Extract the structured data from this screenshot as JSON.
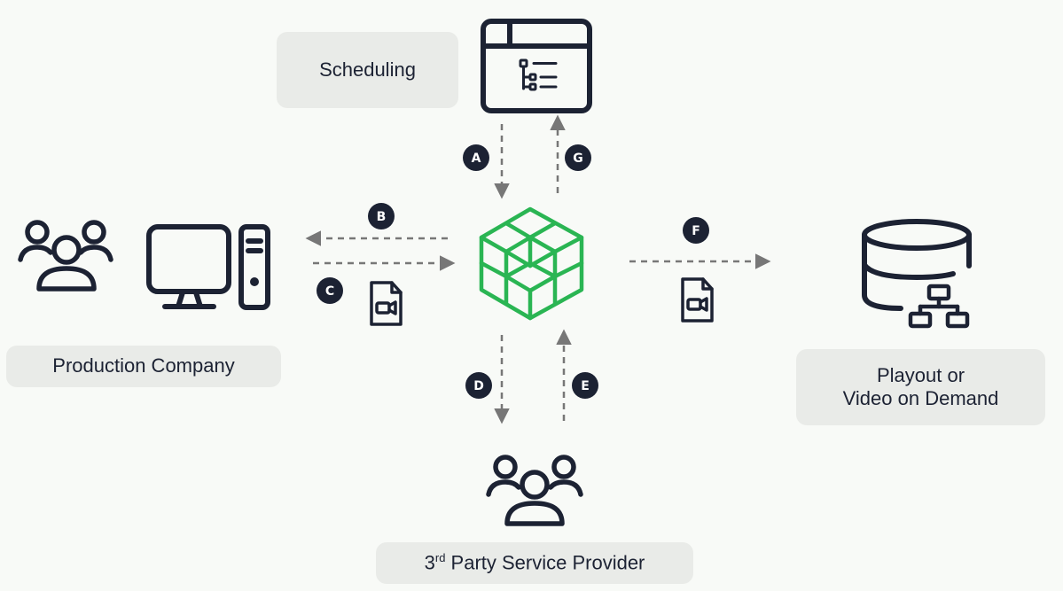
{
  "labels": {
    "scheduling": "Scheduling",
    "production_company": "Production Company",
    "playout_line1": "Playout or",
    "playout_line2": "Video on Demand",
    "third_party_prefix": "3",
    "third_party_sup": "rd",
    "third_party_rest": " Party Service Provider"
  },
  "badges": {
    "a": "A",
    "b": "B",
    "c": "C",
    "d": "D",
    "e": "E",
    "f": "F",
    "g": "G"
  },
  "colors": {
    "background": "#f8faf7",
    "label_box": "#e9ebe8",
    "icon_stroke": "#1c2233",
    "hub_green": "#2ab553",
    "arrow_gray": "#777777",
    "badge_fill": "#1c2233"
  },
  "icons": {
    "scheduling": "scheduling-window-icon",
    "production_people": "people-group-icon",
    "production_computer": "desktop-computer-icon",
    "hub": "hexagon-cube-logo-icon",
    "playout": "database-network-icon",
    "third_party": "people-group-icon",
    "video_file": "video-file-icon"
  }
}
